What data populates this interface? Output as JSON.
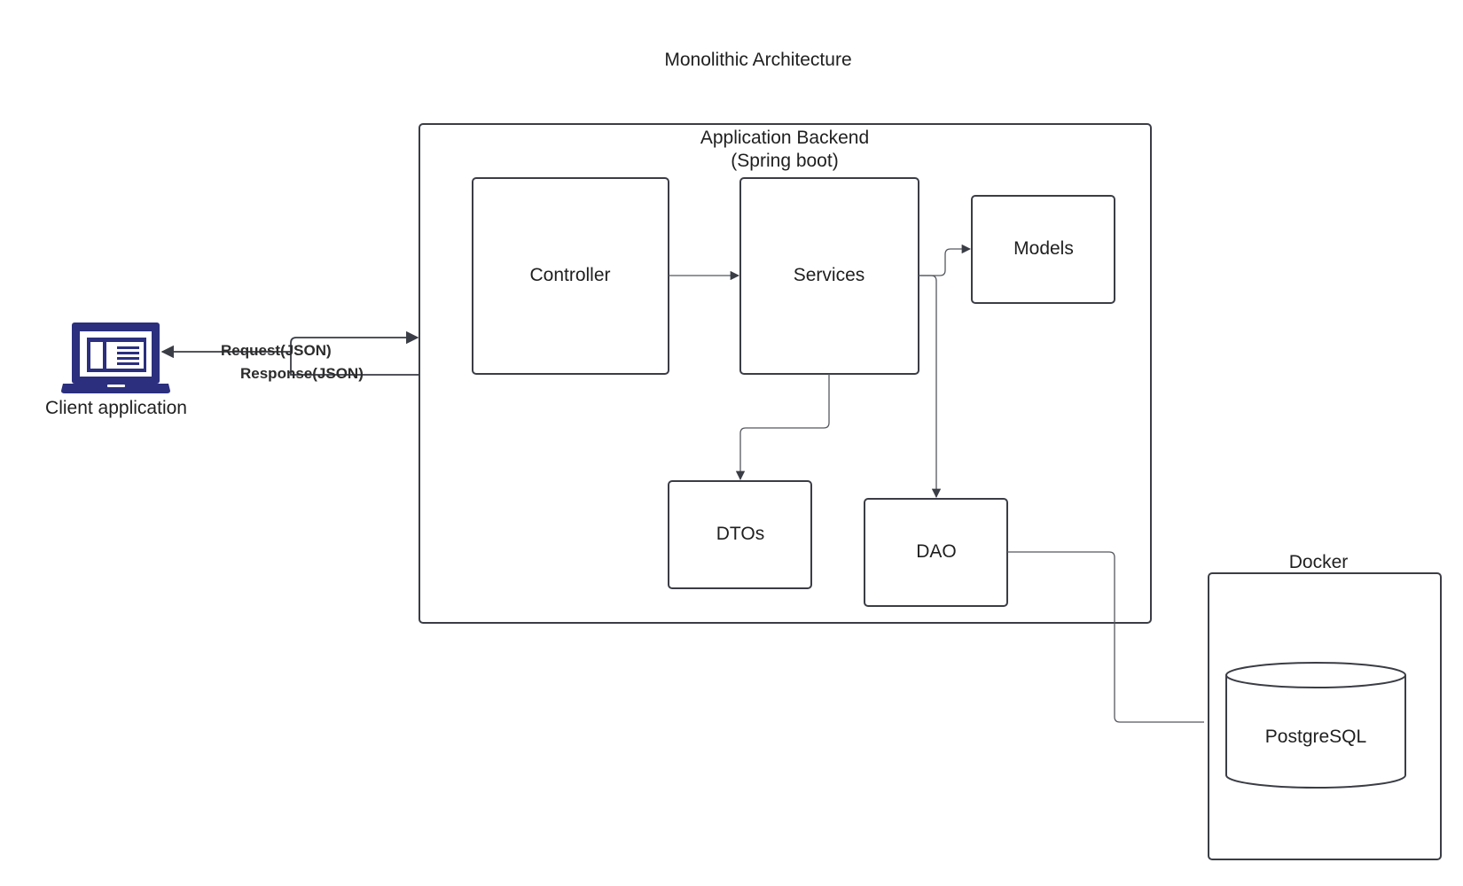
{
  "title": "Monolithic Architecture",
  "backend": {
    "title_line1": "Application Backend",
    "title_line2": "(Spring boot)"
  },
  "components": {
    "controller": "Controller",
    "services": "Services",
    "models": "Models",
    "dtos": "DTOs",
    "dao": "DAO"
  },
  "client": {
    "label": "Client application",
    "icon": "laptop-icon"
  },
  "edges": {
    "request": "Request(JSON)",
    "response": "Response(JSON)"
  },
  "docker": {
    "label": "Docker",
    "database": "PostgreSQL",
    "database_icon": "cylinder-database-icon"
  },
  "colors": {
    "stroke": "#3a3d45",
    "laptop": "#2b2f7e"
  }
}
